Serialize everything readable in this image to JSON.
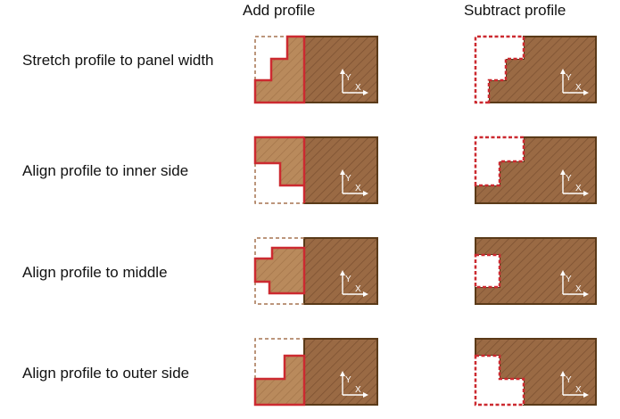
{
  "headers": {
    "add": "Add profile",
    "subtract": "Subtract profile"
  },
  "rows": [
    {
      "label": "Stretch profile to panel width"
    },
    {
      "label": "Align profile to inner side"
    },
    {
      "label": "Align profile to middle"
    },
    {
      "label": "Align profile to outer side"
    }
  ],
  "axes": {
    "y": "Y",
    "x": "X"
  },
  "colors": {
    "panel_fill": "#9a6a44",
    "panel_stroke": "#5a3a18",
    "profile_fill": "#b98a5c",
    "profile_outline": "#cc2a30",
    "hatch": "#7e5232"
  }
}
